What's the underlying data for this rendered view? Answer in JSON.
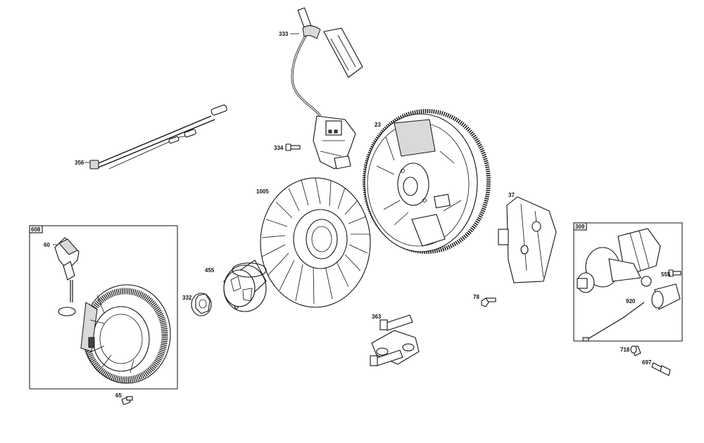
{
  "diagram": {
    "callouts": {
      "p333": "333",
      "p23": "23",
      "p334": "334",
      "p356": "356",
      "p1005": "1005",
      "p37": "37",
      "p608": "608",
      "p60": "60",
      "p455": "455",
      "p332": "332",
      "p65": "65",
      "p78": "78",
      "p363": "363",
      "p309": "309",
      "p555": "555",
      "p920": "920",
      "p718": "718",
      "p697": "697"
    }
  }
}
